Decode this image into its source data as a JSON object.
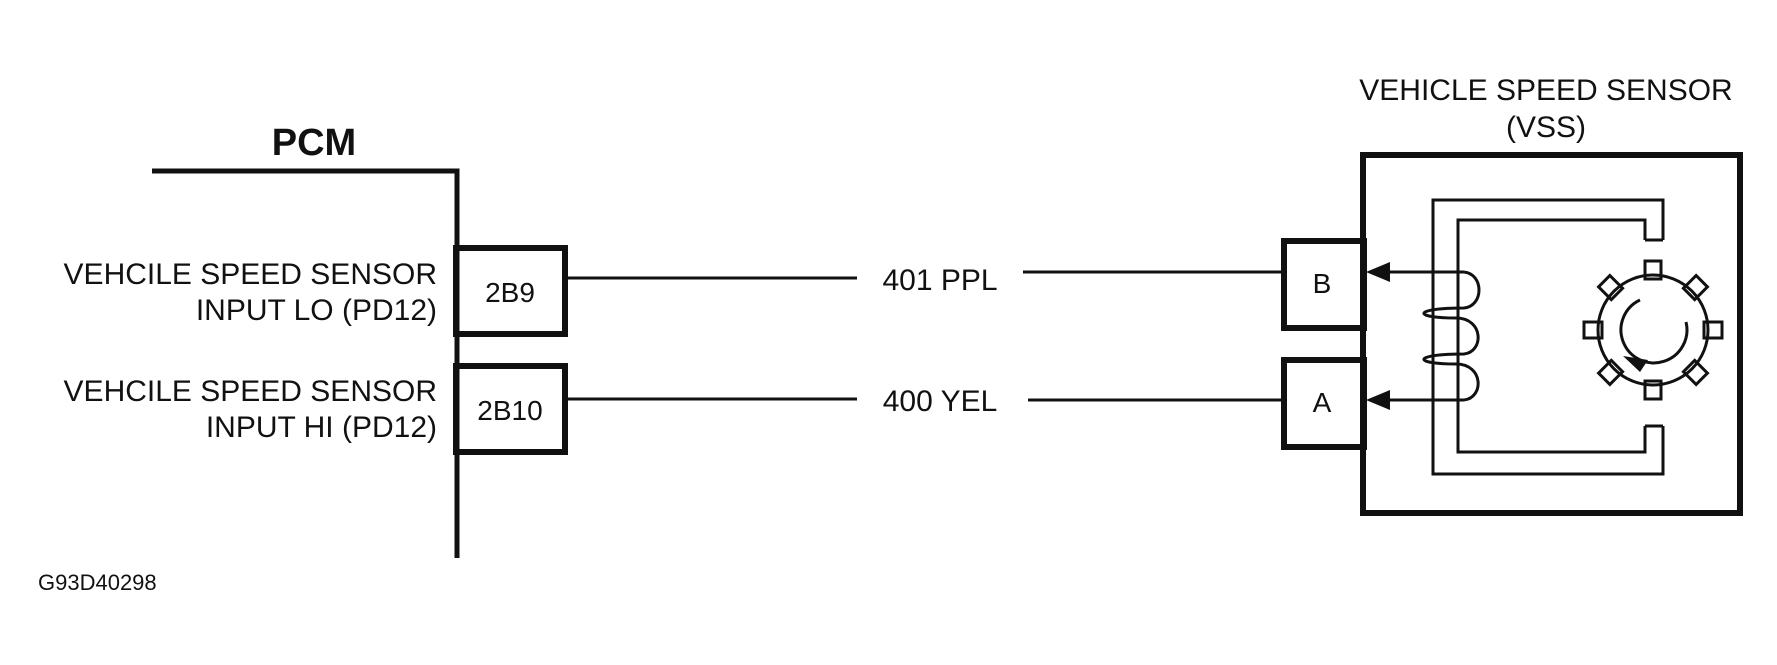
{
  "pcm": {
    "title": "PCM",
    "pins": [
      {
        "pin": "2B9",
        "label_line1": "VEHCILE SPEED SENSOR",
        "label_line2": "INPUT LO (PD12)"
      },
      {
        "pin": "2B10",
        "label_line1": "VEHCILE SPEED SENSOR",
        "label_line2": "INPUT HI (PD12)"
      }
    ]
  },
  "wires": [
    {
      "circuit": "401 PPL",
      "from_pin": "2B9",
      "to_terminal": "B"
    },
    {
      "circuit": "400 YEL",
      "from_pin": "2B10",
      "to_terminal": "A"
    }
  ],
  "vss": {
    "title_line1": "VEHICLE SPEED SENSOR",
    "title_line2": "(VSS)",
    "terminals": [
      "B",
      "A"
    ]
  },
  "figure_code": "G93D40298",
  "colors": {
    "ink": "#111111",
    "background": "#ffffff"
  }
}
